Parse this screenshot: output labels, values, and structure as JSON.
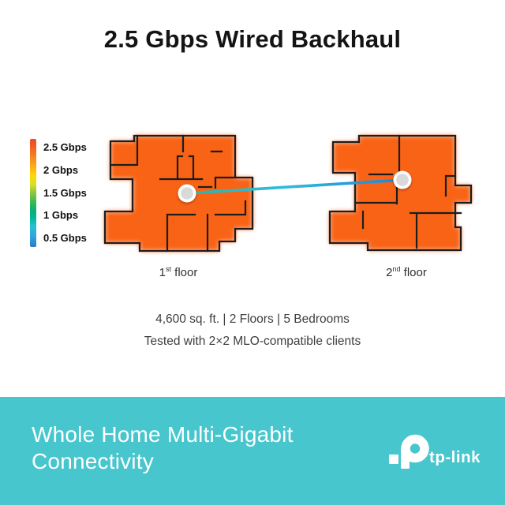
{
  "title": "2.5 Gbps Wired Backhaul",
  "legend": {
    "labels": [
      "2.5 Gbps",
      "2 Gbps",
      "1.5 Gbps",
      "1 Gbps",
      "0.5 Gbps"
    ]
  },
  "floors": [
    {
      "number": "1",
      "ordinal": "st",
      "word": "floor"
    },
    {
      "number": "2",
      "ordinal": "nd",
      "word": "floor"
    }
  ],
  "specs": {
    "line1": "4,600 sq. ft. | 2 Floors | 5 Bedrooms",
    "line2": "Tested with 2×2 MLO-compatible clients"
  },
  "banner": {
    "line1": "Whole Home Multi-Gigabit",
    "line2": "Connectivity",
    "logo_text": "tp-link",
    "background_color": "#47C6CD"
  },
  "colors": {
    "heatmap_orange": "#F96318",
    "wall_black": "#1D1D1D",
    "link_gradient_start": "#2FB4A1",
    "link_gradient_mid": "#2FBCDC",
    "link_gradient_end": "#1F83DE",
    "node_fill": "#D9D9D9",
    "banner_teal": "#47C6CD"
  }
}
